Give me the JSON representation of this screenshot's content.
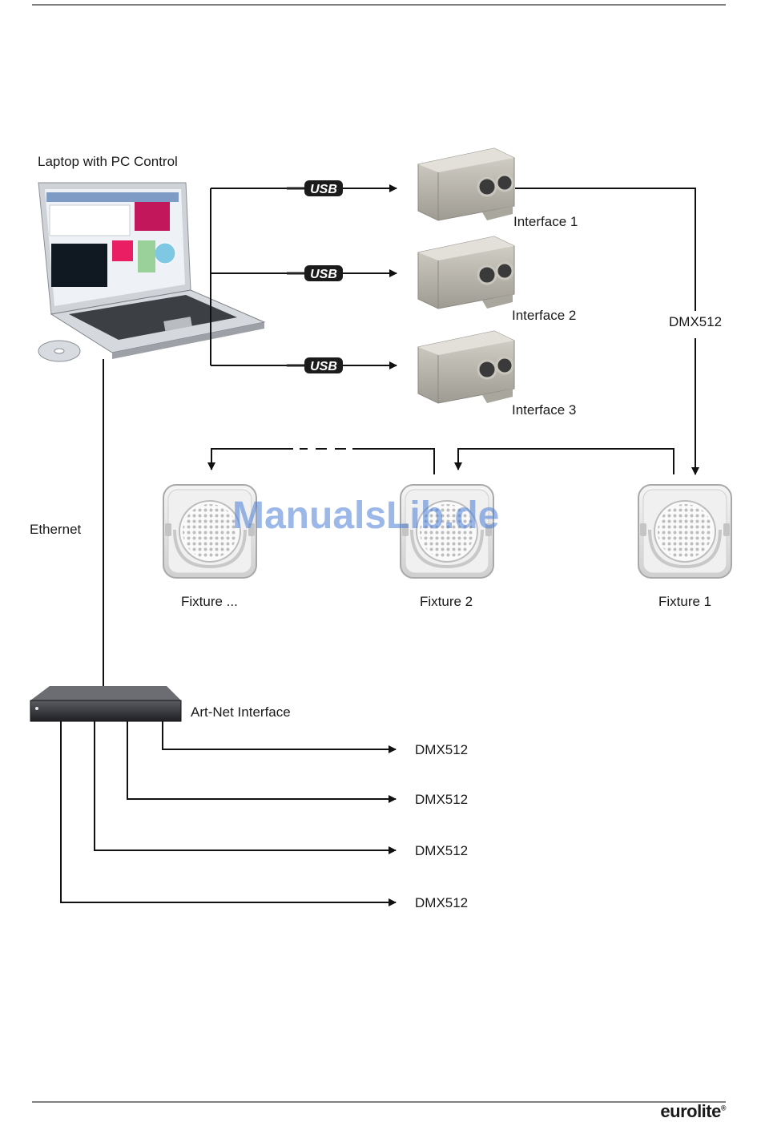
{
  "labels": {
    "laptop": "Laptop with PC Control",
    "interface_1": "Interface 1",
    "interface_2": "Interface 2",
    "interface_3": "Interface 3",
    "dmx_vertical": "DMX512",
    "ethernet": "Ethernet",
    "fixture_n": "Fixture ...",
    "fixture_2": "Fixture 2",
    "fixture_1": "Fixture 1",
    "artnet": "Art-Net Interface",
    "dmx_out": [
      "DMX512",
      "DMX512",
      "DMX512",
      "DMX512"
    ],
    "usb": "USB"
  },
  "watermark": "ManualsLib.de",
  "brand": "eurolite",
  "colors": {
    "line": "#111111",
    "interface_body": "#b8b5ac",
    "fixture_body": "#e9e9e9",
    "artnet_body": "#2e2f33",
    "watermark": "#4a7fd6"
  }
}
